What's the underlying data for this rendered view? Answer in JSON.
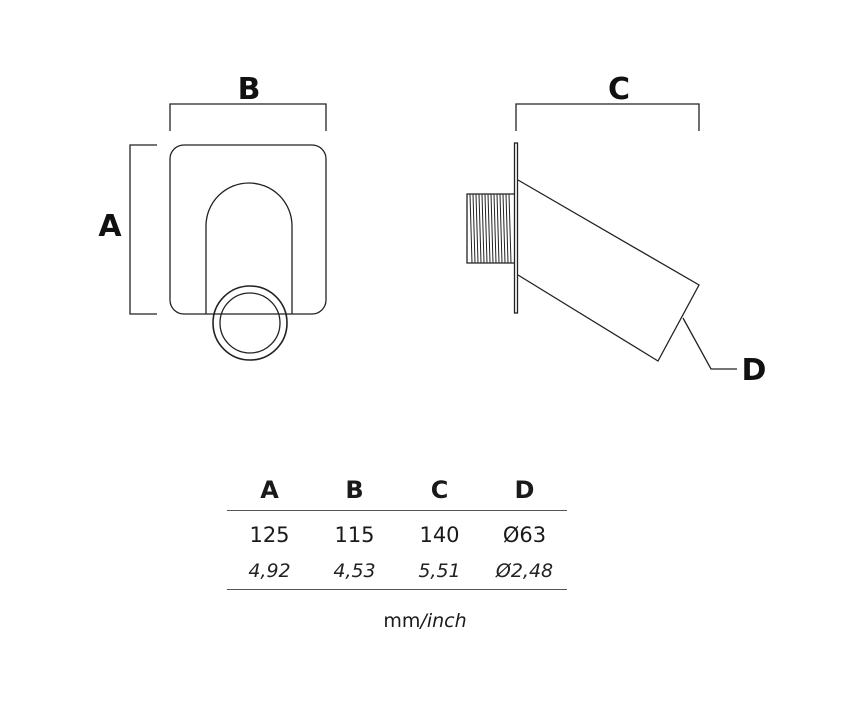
{
  "labels": {
    "a": "A",
    "b": "B",
    "c": "C",
    "d": "D"
  },
  "table": {
    "headers": [
      "A",
      "B",
      "C",
      "D"
    ],
    "mm": [
      "125",
      "115",
      "140",
      "Ø63"
    ],
    "inch": [
      "4,92",
      "4,53",
      "5,51",
      "Ø2,48"
    ]
  },
  "units": {
    "metric": "mm",
    "separator": "/",
    "imperial": "inch"
  }
}
